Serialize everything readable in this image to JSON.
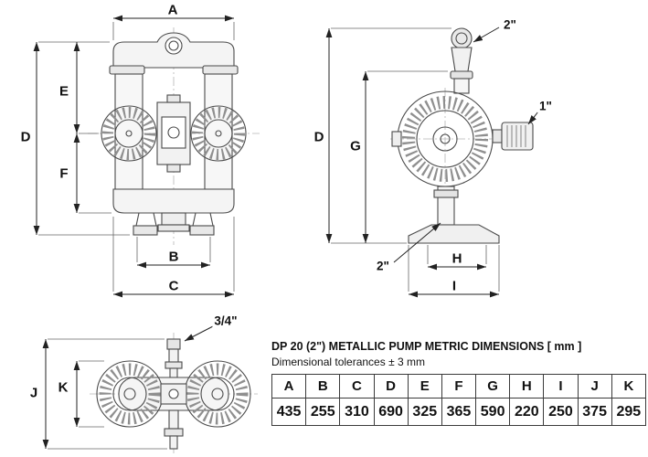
{
  "labels": {
    "A": "A",
    "B": "B",
    "C": "C",
    "D": "D",
    "E": "E",
    "F": "F",
    "G": "G",
    "H": "H",
    "I": "I",
    "J": "J",
    "K": "K"
  },
  "callouts": {
    "port_2in_top": "2\"",
    "port_1in_side": "1\"",
    "port_2in_bottom": "2\"",
    "port_34in_top_view": "3/4\""
  },
  "table": {
    "title": "DP 20 (2\") METALLIC PUMP METRIC DIMENSIONS [ mm ]",
    "subtitle": "Dimensional tolerances ± 3 mm",
    "headers": [
      "A",
      "B",
      "C",
      "D",
      "E",
      "F",
      "G",
      "H",
      "I",
      "J",
      "K"
    ],
    "values": [
      "435",
      "255",
      "310",
      "690",
      "325",
      "365",
      "590",
      "220",
      "250",
      "375",
      "295"
    ]
  }
}
